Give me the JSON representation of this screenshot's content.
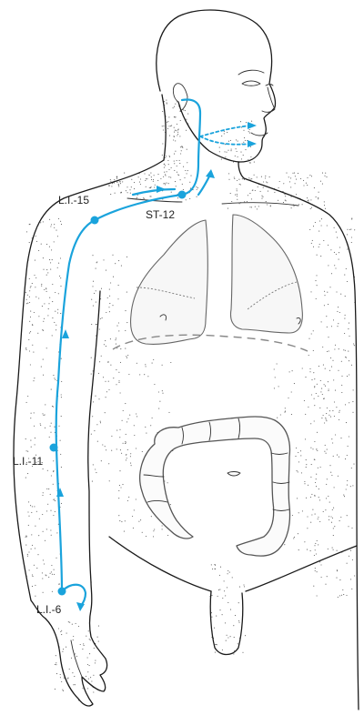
{
  "colors": {
    "channel": "#1aa3dc",
    "outline": "#1a1a1a",
    "organ": "#777777"
  },
  "labels": {
    "li15": "L.I.-15",
    "st12": "ST-12",
    "li11": "L.I.-11",
    "li6": "L.I.-6"
  }
}
